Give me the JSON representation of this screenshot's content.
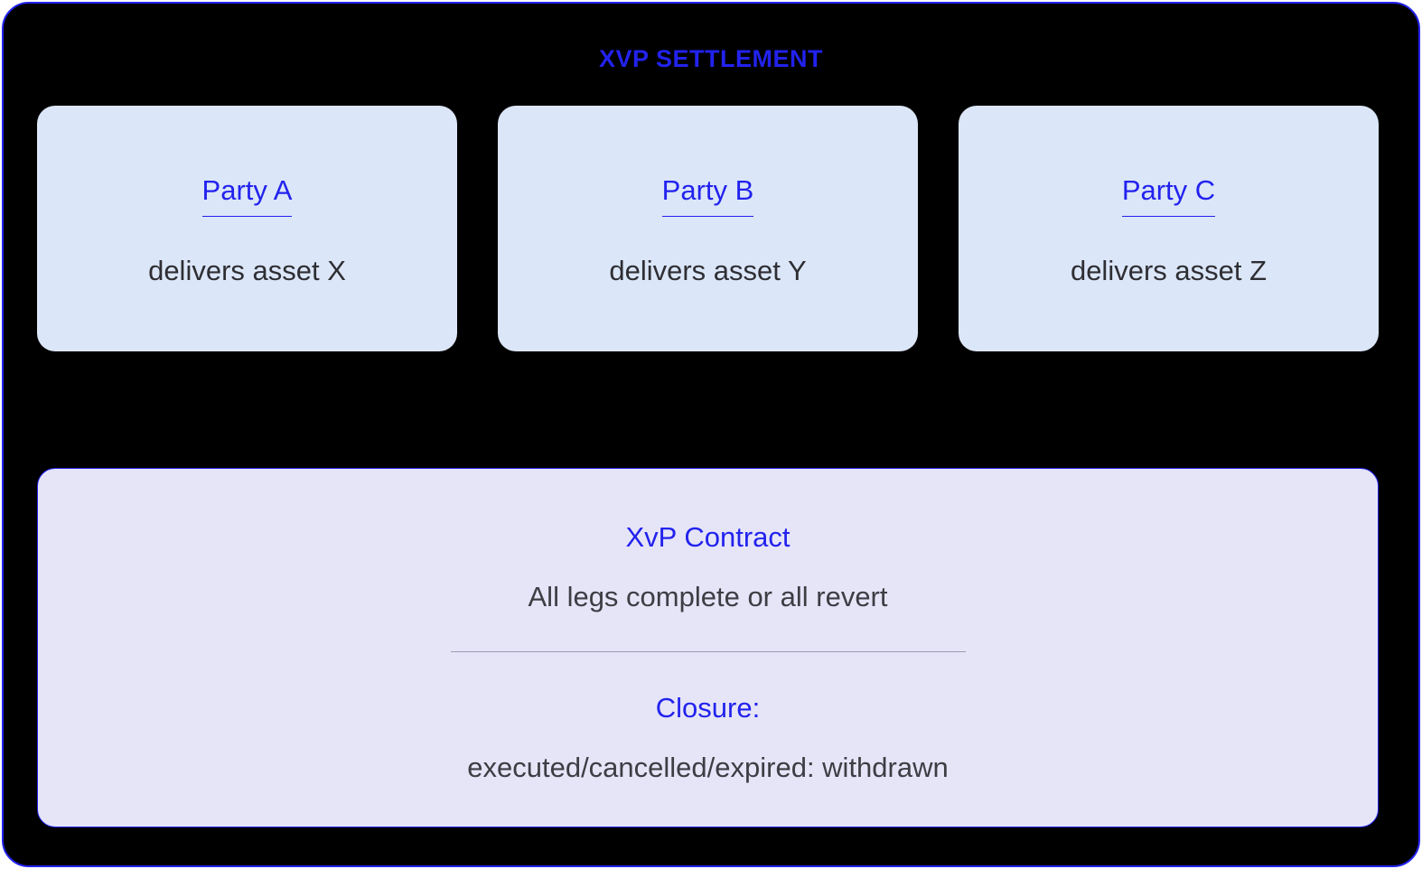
{
  "diagram": {
    "title": "XVP SETTLEMENT",
    "parties": [
      {
        "name": "Party A",
        "action": "delivers asset X"
      },
      {
        "name": "Party B",
        "action": "delivers asset Y"
      },
      {
        "name": "Party C",
        "action": "delivers asset Z"
      }
    ],
    "contract": {
      "title": "XvP Contract",
      "rule": "All legs complete or all revert",
      "closure_label": "Closure:",
      "closure_text": "executed/cancelled/expired: withdrawn"
    }
  },
  "colors": {
    "accent_blue": "#2222ee",
    "frame_background": "#000000",
    "party_card_background": "#dbe6f8",
    "contract_card_background": "#e6e5f8",
    "body_text": "#2e2e33"
  }
}
